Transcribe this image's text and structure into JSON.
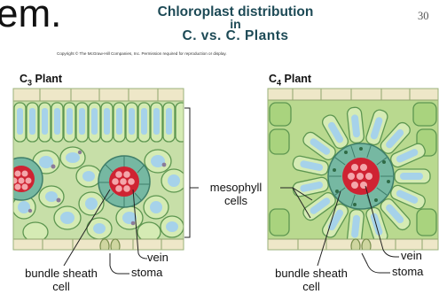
{
  "slide": {
    "title_fragment": "em.",
    "title_line1": "Chloroplast distribution",
    "title_line2": "in",
    "title_line3": "C. vs. C. Plants",
    "copyright": "Copyright © The McGraw-Hill Companies, Inc. Permission required for reproduction or display.",
    "page_number": "30"
  },
  "c3_panel": {
    "heading_prefix": "C",
    "heading_sub": "3",
    "heading_suffix": " Plant",
    "label_bundle_sheath": "bundle sheath\ncell",
    "label_vein": "vein",
    "label_stoma": "stoma"
  },
  "c4_panel": {
    "heading_prefix": "C",
    "heading_sub": "4",
    "heading_suffix": " Plant",
    "label_bundle_sheath": "bundle sheath\ncell",
    "label_vein": "vein",
    "label_stoma": "stoma"
  },
  "shared": {
    "label_mesophyll": "mesophyll\ncells"
  },
  "colors": {
    "cell_fill": "#d5ebb4",
    "cell_border": "#5d9650",
    "vacuole": "#a6d2ea",
    "vein_red": "#cf2332",
    "sheath": "#76b8a2",
    "epidermis": "#eee7c8"
  }
}
